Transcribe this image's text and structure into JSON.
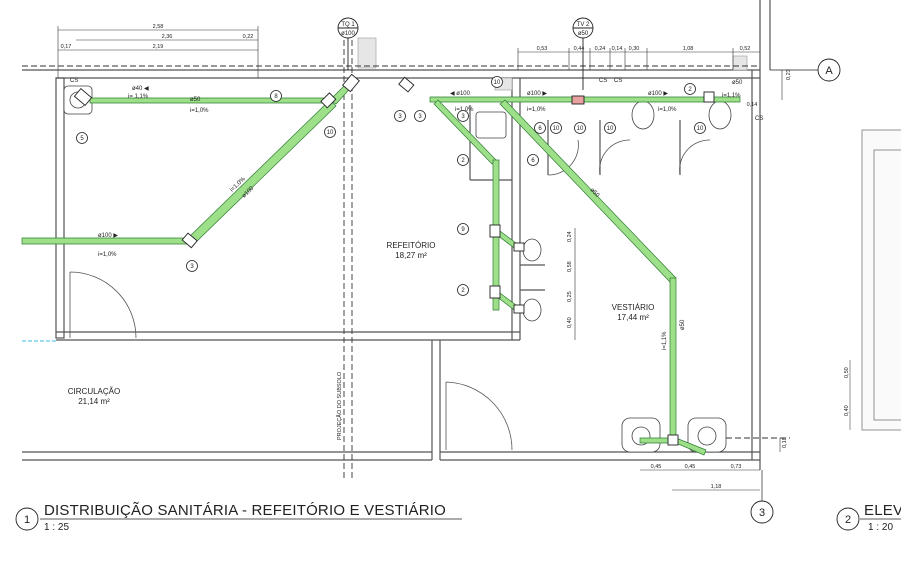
{
  "drawing": {
    "number": "1",
    "title": "DISTRIBUIÇÃO SANITÁRIA - REFEITÓRIO E VESTIÁRIO",
    "scale": "1 : 25"
  },
  "drawing_partial": {
    "number": "2",
    "title": "ELEV",
    "scale": "1 : 20"
  },
  "grid_axes": {
    "row": "A",
    "column": "3"
  },
  "rooms": [
    {
      "name": "REFEITÓRIO",
      "area": "18,27 m²"
    },
    {
      "name": "VESTIÁRIO",
      "area": "17,44 m²"
    },
    {
      "name": "CIRCULAÇÃO",
      "area": "21,14 m²"
    }
  ],
  "projection_label": "PROJEÇÃO DO SUBSOLO",
  "vent_tubes": [
    {
      "tag": "TQ 1",
      "diameter": "ø100"
    },
    {
      "tag": "TV 2",
      "diameter": "ø50"
    }
  ],
  "pipe_labels": {
    "d40": "ø40 ◀",
    "d100_arrow": "ø100 ▶",
    "d50": "ø50",
    "d100": "ø100",
    "d100_left": "◀ ø100",
    "d100_right": "ø100 ▶",
    "d100_right2": "ø100 ▶",
    "d50_right": "ø50",
    "d50_diag": "ø50",
    "d50_vert": "ø50",
    "d100_diag": "ø100",
    "slope_11": "i= 1,1%",
    "slope_10a": "i=1,0%",
    "slope_10b": "i=1,0%",
    "slope_10c": "i=1,0%",
    "slope_10d": "i=1,0%",
    "slope_10e": "i=1,0%",
    "slope_10f": "i=1,0%",
    "slope_11b": "i=1,1%",
    "slope_11c": "i=1,1%",
    "cs1": "CS",
    "cs2": "CS",
    "cs3": "CS",
    "cs4": "CS"
  },
  "dimensions": {
    "top_left": [
      "2,58",
      "2,36",
      "2,19",
      "0,17",
      "0,22"
    ],
    "top_right": [
      "0,53",
      "0,44",
      "0,24",
      "0,14",
      "0,30",
      "1,08",
      "0,52"
    ],
    "right_side": [
      "0,14",
      "0,23"
    ],
    "vertical": [
      "0,24",
      "0,58",
      "0,25",
      "0,40"
    ],
    "bottom": [
      "0,45",
      "0,45",
      "0,73",
      "1,18"
    ],
    "corner": [
      "0,18"
    ],
    "elev": [
      "0,50",
      "0,40"
    ]
  },
  "callouts": [
    "5",
    "8",
    "10",
    "3",
    "3",
    "10",
    "3",
    "3",
    "10",
    "2",
    "6",
    "9",
    "2",
    "6",
    "10",
    "10",
    "2",
    "10",
    "2",
    "3"
  ],
  "colors": {
    "pipe_fill": "#9ee08a",
    "pipe_stroke": "#2e7d32",
    "wall": "#555555",
    "line": "#333333",
    "hatch": "#9a9a9a",
    "fitting": "#e8a0a0",
    "door_ref": "#7fd3f0"
  }
}
